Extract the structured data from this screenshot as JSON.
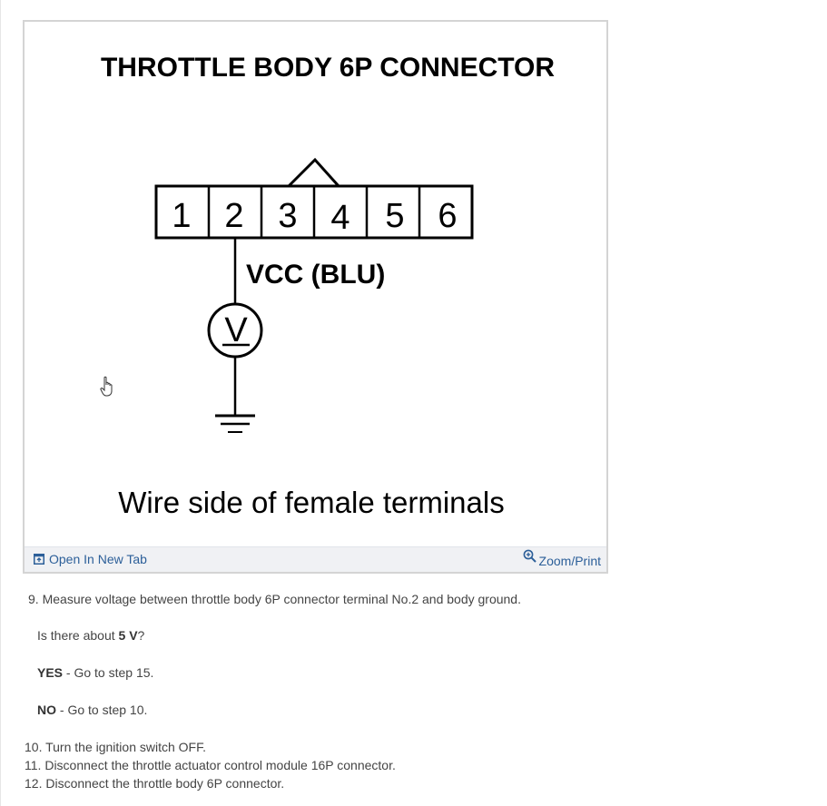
{
  "figure": {
    "title": "THROTTLE BODY 6P CONNECTOR",
    "terminals": [
      "1",
      "2",
      "3",
      "4",
      "5",
      "6"
    ],
    "wire_label": "VCC (BLU)",
    "meter_symbol": "V",
    "caption": "Wire side of female terminals",
    "open_tab_label": "Open In New Tab",
    "zoom_label": "Zoom/Print"
  },
  "steps": {
    "s9_num": "9.",
    "s9_text": "Measure voltage between throttle body 6P connector terminal No.2 and body ground.",
    "q_prefix": "Is there about ",
    "q_value": "5 V",
    "q_suffix": "?",
    "yes_label": "YES",
    "yes_text": " - Go to step 15.",
    "no_label": "NO",
    "no_text": " - Go to step 10.",
    "s10_num": "10.",
    "s10_text": "Turn the ignition switch OFF.",
    "s11_num": "11.",
    "s11_text": "Disconnect the throttle actuator control module 16P connector.",
    "s12_num": "12.",
    "s12_text": "Disconnect the throttle body 6P connector."
  }
}
